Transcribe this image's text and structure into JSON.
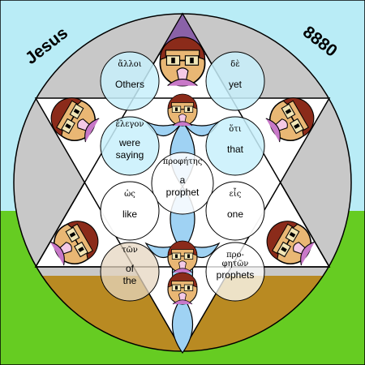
{
  "colors": {
    "sky": "#b9ecf6",
    "grass": "#66cc22",
    "disc": "#c8c8c8",
    "earth": "#b98a22",
    "star": "#ffffff",
    "petal": "#9fd2f3",
    "circle_light": "#c8f0fb",
    "circle_white": "#ffffff",
    "circle_tan": "#e6d5c0",
    "apex": "#8a62a8"
  },
  "corner_left": "Jesus",
  "corner_right": "8880",
  "words": [
    {
      "greek": "ἄλλοι",
      "english": [
        "Others"
      ]
    },
    {
      "greek": "δὲ",
      "english": [
        "yet"
      ]
    },
    {
      "greek": "ἔλεγον",
      "english": [
        "were",
        "saying"
      ]
    },
    {
      "greek": "ὅτι",
      "english": [
        "that"
      ]
    },
    {
      "greek": "προφήτης",
      "english": [
        "a",
        "prophet"
      ]
    },
    {
      "greek": "ὡς",
      "english": [
        "like"
      ]
    },
    {
      "greek": "εἷς",
      "english": [
        "one"
      ]
    },
    {
      "greek": "τῶν",
      "english": [
        "of",
        "the"
      ]
    },
    {
      "greek": "προ-",
      "greek2": "φητῶν",
      "english": [
        "prophets"
      ]
    }
  ]
}
